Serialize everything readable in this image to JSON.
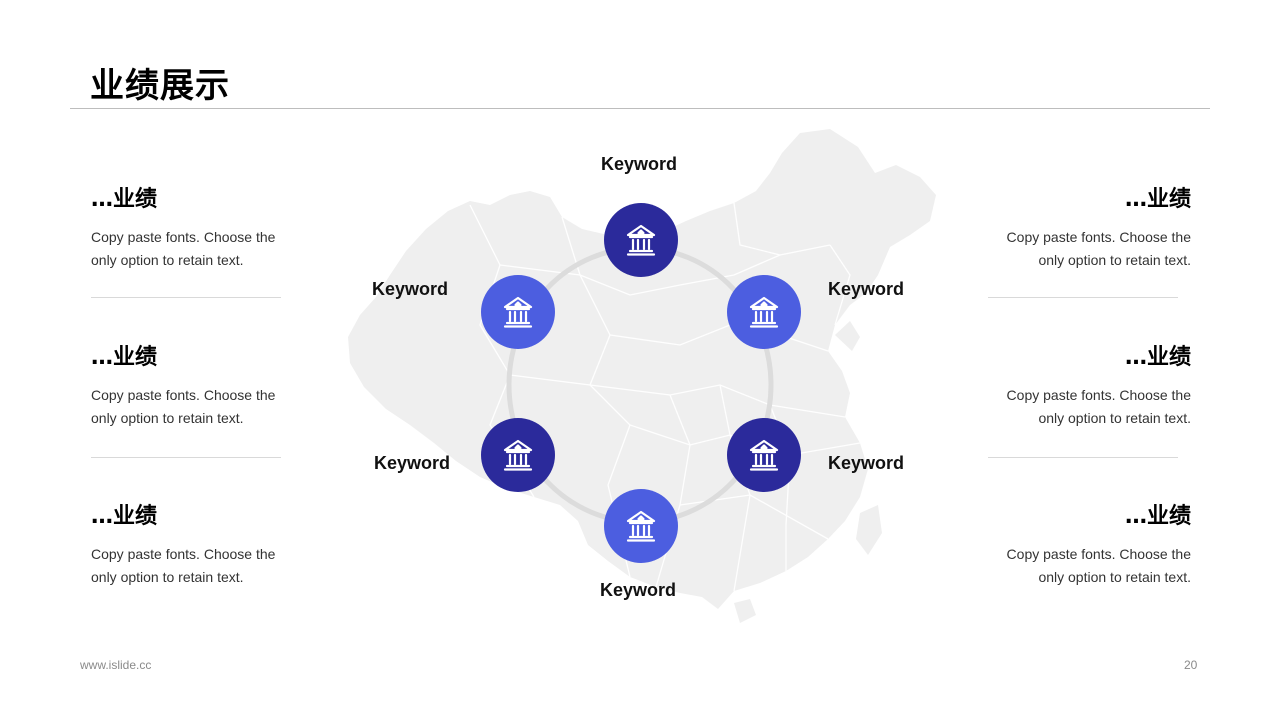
{
  "slide": {
    "title": "业绩展示"
  },
  "left_blocks": [
    {
      "heading": "…业绩",
      "desc_line1": "Copy paste fonts. Choose the",
      "desc_line2": "only option to retain text."
    },
    {
      "heading": "…业绩",
      "desc_line1": "Copy paste fonts. Choose the",
      "desc_line2": "only option to retain text."
    },
    {
      "heading": "…业绩",
      "desc_line1": "Copy paste fonts. Choose the",
      "desc_line2": "only option to retain text."
    }
  ],
  "right_blocks": [
    {
      "heading": "…业绩",
      "desc_line1": "Copy paste fonts. Choose the",
      "desc_line2": "only option to retain text."
    },
    {
      "heading": "…业绩",
      "desc_line1": "Copy paste fonts. Choose the",
      "desc_line2": "only option to retain text."
    },
    {
      "heading": "…业绩",
      "desc_line1": "Copy paste fonts. Choose the",
      "desc_line2": "only option to retain text."
    }
  ],
  "diagram": {
    "keywords": {
      "top": "Keyword",
      "upper_left": "Keyword",
      "upper_right": "Keyword",
      "lower_left": "Keyword",
      "lower_right": "Keyword",
      "bottom": "Keyword"
    },
    "node_icon": "bank-building-icon",
    "colors": {
      "dark": "#2b2a9b",
      "light": "#4c5ee0",
      "ring": "#dcdcdc",
      "map": "#efefef"
    }
  },
  "footer": {
    "url": "www.islide.cc",
    "page_number": "20"
  }
}
